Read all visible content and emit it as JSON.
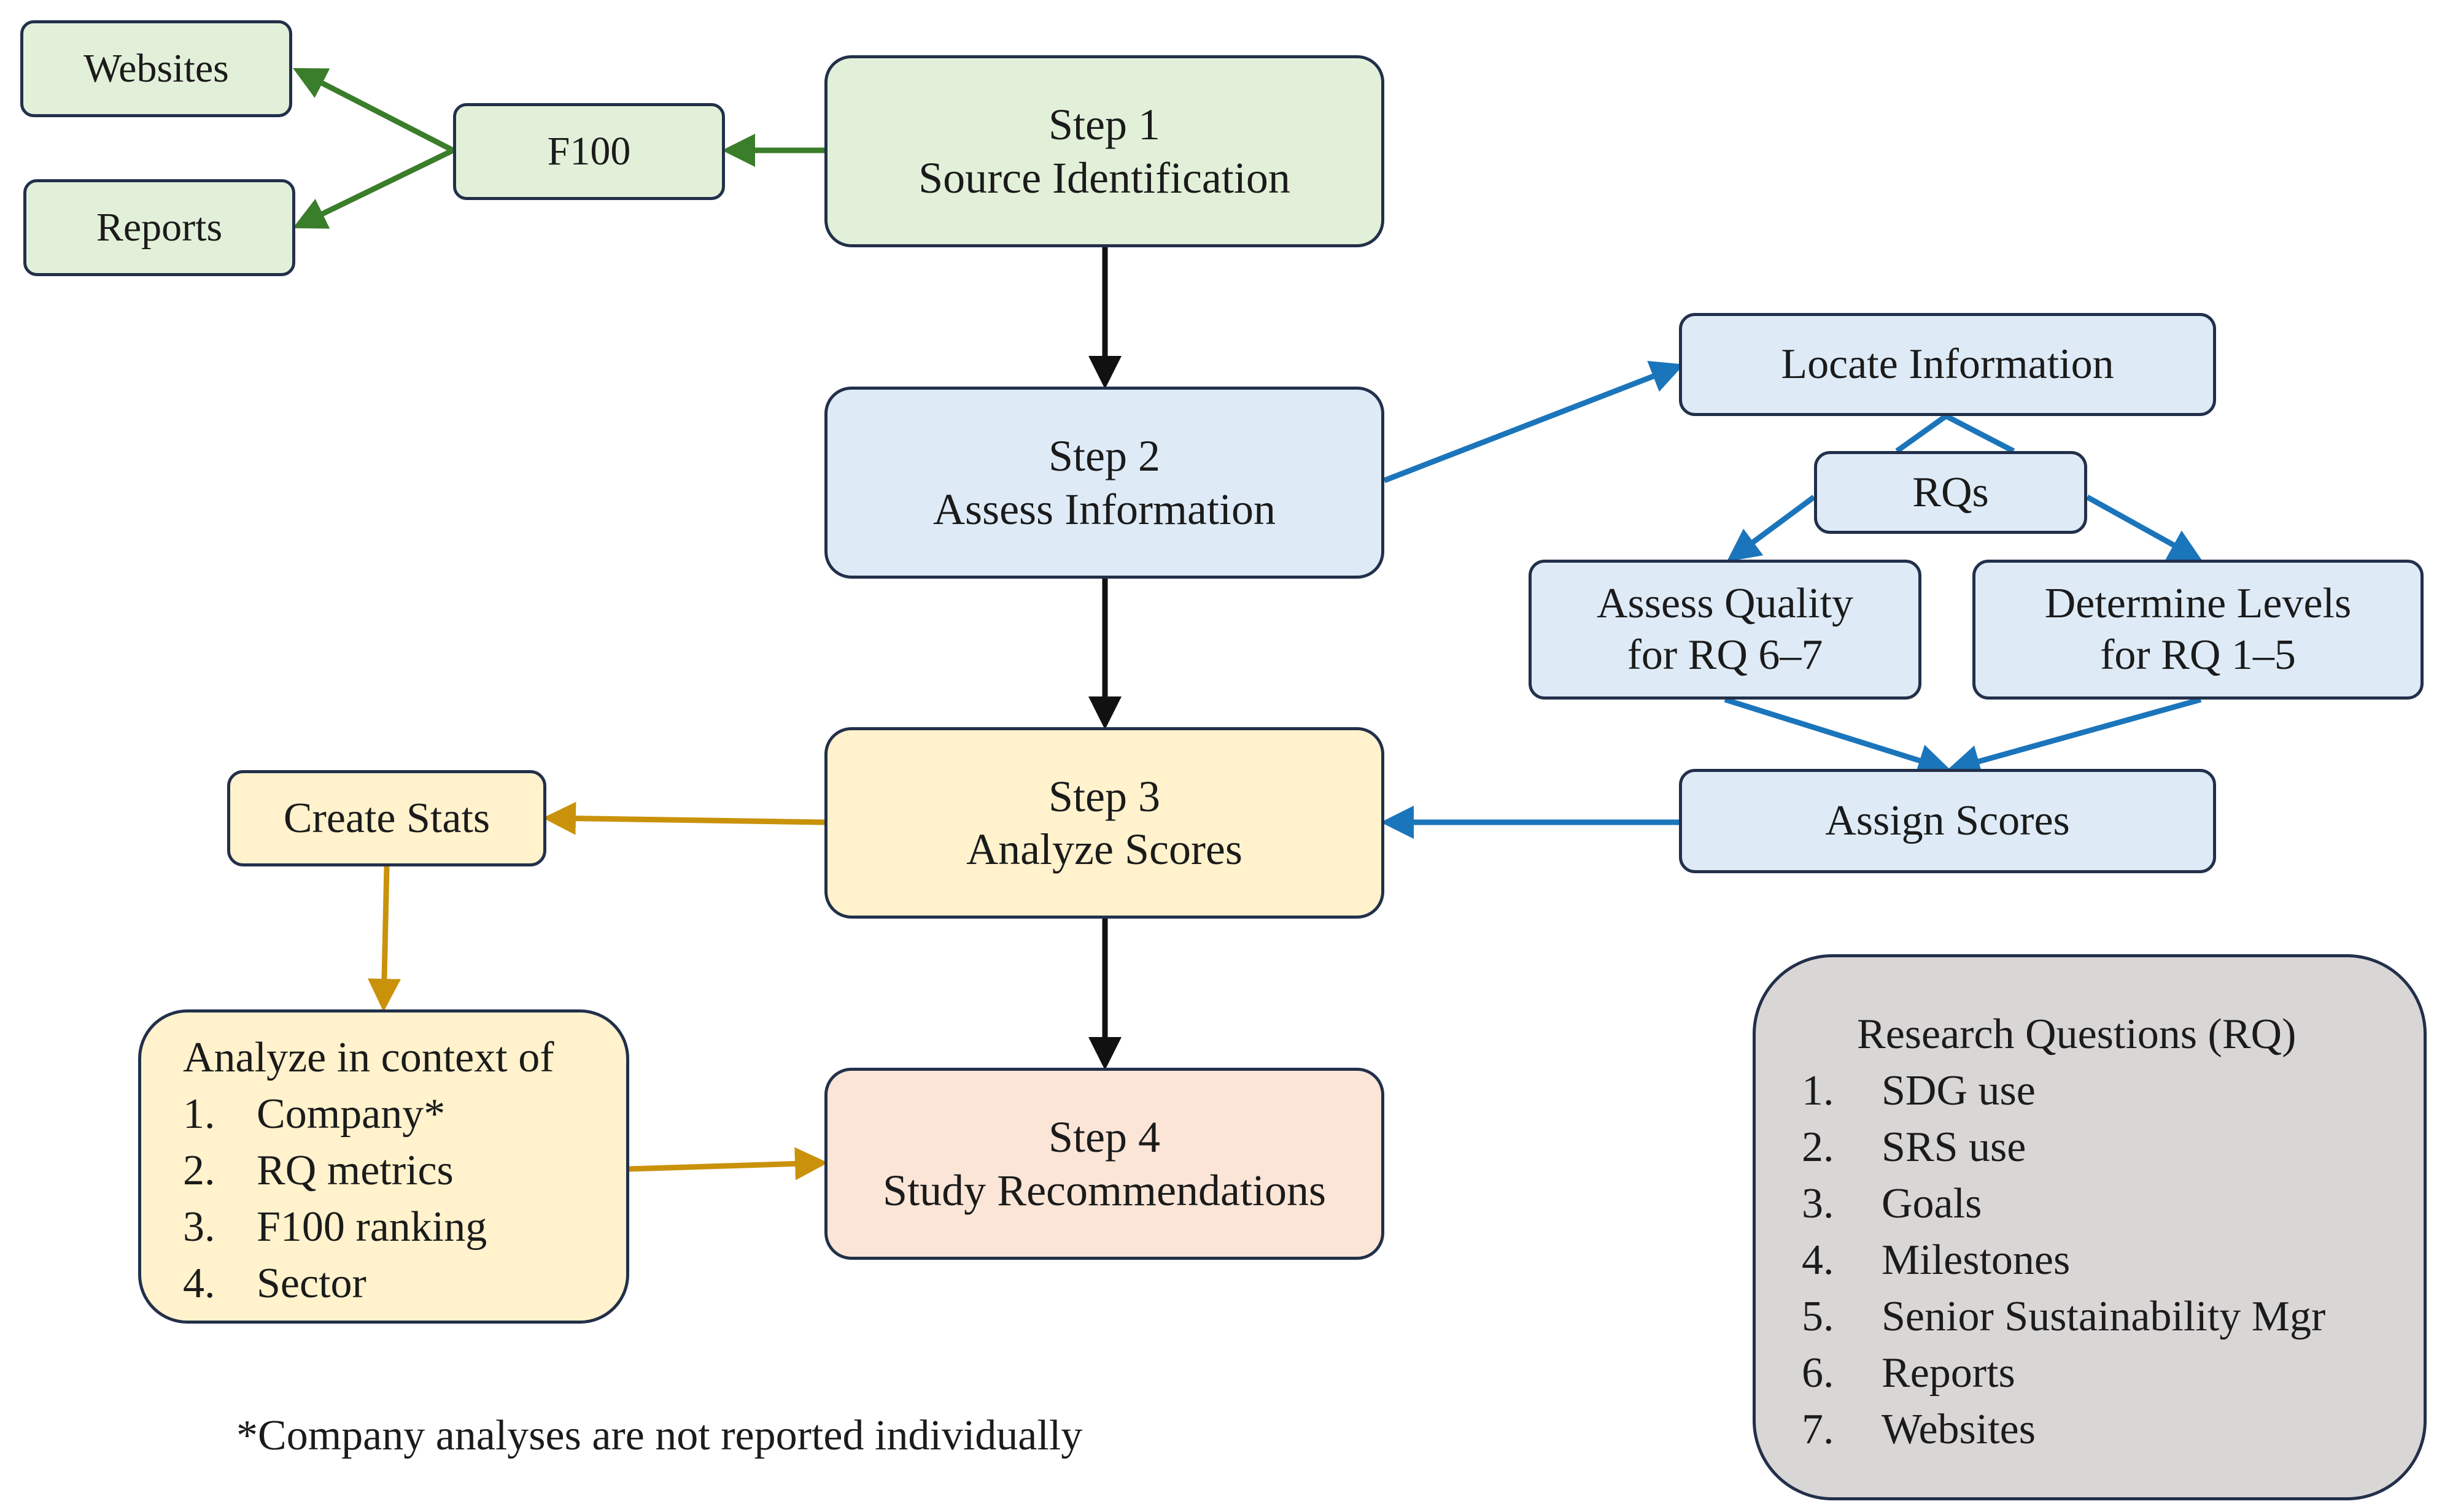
{
  "nodes": {
    "websites": "Websites",
    "reports": "Reports",
    "f100": "F100",
    "step1": {
      "line1": "Step 1",
      "line2": "Source Identification"
    },
    "step2": {
      "line1": "Step 2",
      "line2": "Assess Information"
    },
    "step3": {
      "line1": "Step 3",
      "line2": "Analyze Scores"
    },
    "step4": {
      "line1": "Step 4",
      "line2": "Study Recommendations"
    },
    "locate_information": "Locate Information",
    "rqs": "RQs",
    "assess_quality": {
      "line1": "Assess Quality",
      "line2": "for RQ 6–7"
    },
    "determine_levels": {
      "line1": "Determine Levels",
      "line2": "for RQ 1–5"
    },
    "assign_scores": "Assign Scores",
    "create_stats": "Create Stats"
  },
  "analyze_context": {
    "title": "Analyze in context of",
    "items": [
      {
        "num": "1.",
        "text": "Company*"
      },
      {
        "num": "2.",
        "text": "RQ metrics"
      },
      {
        "num": "3.",
        "text": "F100 ranking"
      },
      {
        "num": "4.",
        "text": "Sector"
      }
    ]
  },
  "research_questions": {
    "title": "Research Questions (RQ)",
    "items": [
      {
        "num": "1.",
        "text": "SDG use"
      },
      {
        "num": "2.",
        "text": "SRS use"
      },
      {
        "num": "3.",
        "text": "Goals"
      },
      {
        "num": "4.",
        "text": "Milestones"
      },
      {
        "num": "5.",
        "text": "Senior Sustainability Mgr"
      },
      {
        "num": "6.",
        "text": "Reports"
      },
      {
        "num": "7.",
        "text": "Websites"
      }
    ]
  },
  "footnote": "*Company analyses are not reported individually",
  "colors": {
    "green_fill": "#e2f0d9",
    "blue_fill": "#deebf7",
    "yellow_fill": "#fff2cc",
    "peach_fill": "#fbe5d6",
    "gray_fill": "#d9d6d6",
    "border": "#22304a",
    "green_arrow": "#3a7d2a",
    "blue_arrow": "#1b75bb",
    "gold_arrow": "#c9920a",
    "black_arrow": "#111111"
  }
}
